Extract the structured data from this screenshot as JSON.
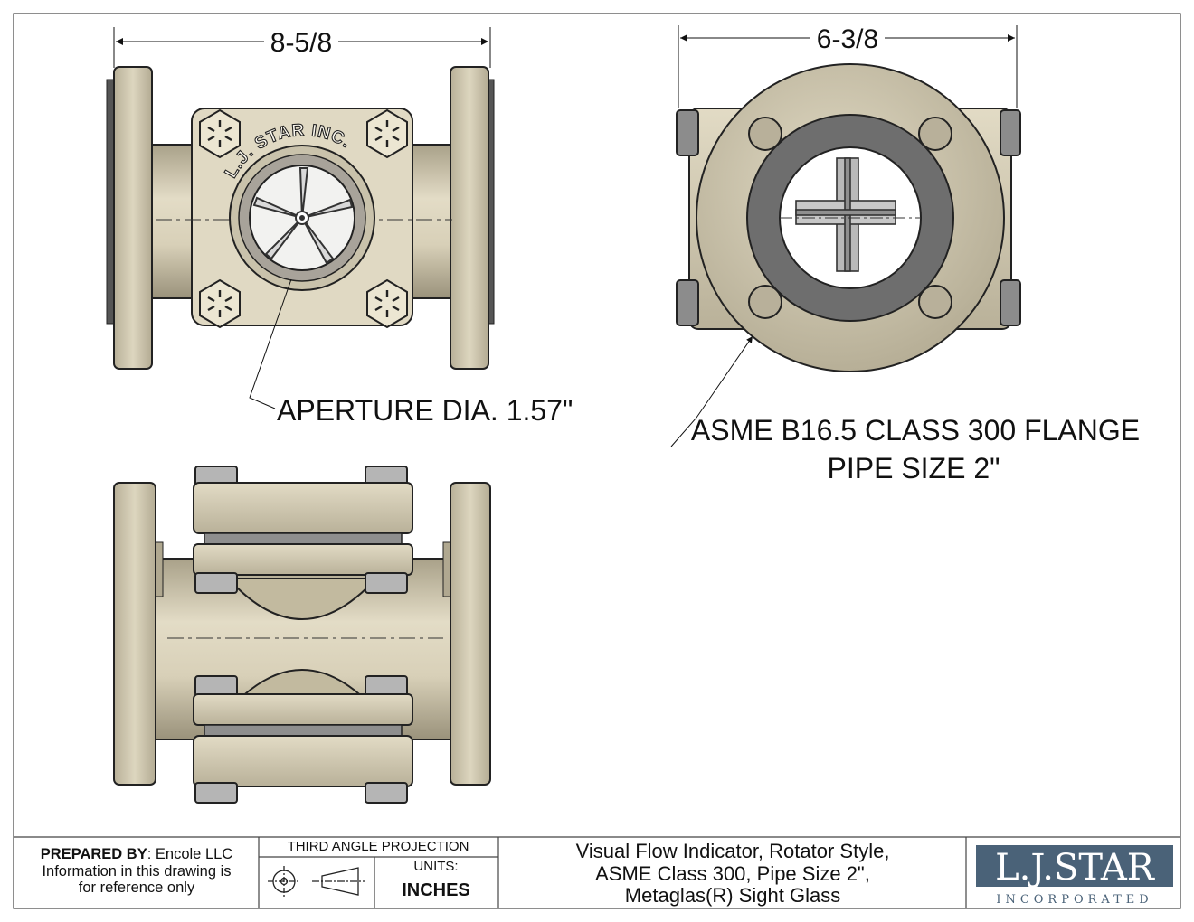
{
  "dimensions": {
    "front_width": "8-5/8",
    "side_width": "6-3/8"
  },
  "callouts": {
    "aperture": "APERTURE DIA. 1.57\"",
    "flange_line1": "ASME B16.5 CLASS 300 FLANGE",
    "flange_line2": "PIPE SIZE 2\""
  },
  "body_marking": "L.J. STAR INC.",
  "title_block": {
    "prepared_label": "PREPARED BY",
    "prepared_value": ": Encole LLC",
    "note_line1": "Information in this drawing is",
    "note_line2": "for reference only",
    "projection": "THIRD ANGLE PROJECTION",
    "units_label": "UNITS:",
    "units_value": "INCHES",
    "description_line1": "Visual Flow Indicator, Rotator Style,",
    "description_line2": "ASME Class 300, Pipe Size 2\",",
    "description_line3": "Metaglas(R) Sight Glass",
    "logo_name": "L.J.STAR",
    "logo_sub": "INCORPORATED"
  },
  "colors": {
    "metal": "#d4ccb4",
    "metal_dark": "#9e9680",
    "outline": "#222222",
    "bolt": "#a6a6a6",
    "logo_blue": "#4a6278"
  },
  "icons": [
    "projection-symbol-icon",
    "bolt-icon",
    "rotator-icon"
  ]
}
